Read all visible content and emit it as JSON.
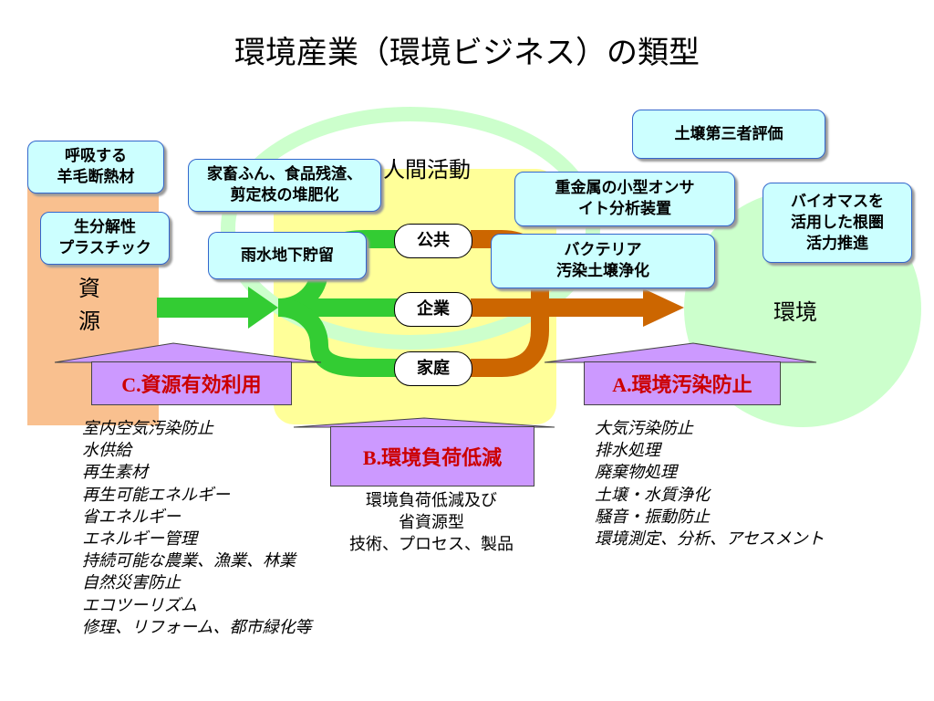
{
  "title": "環境産業（環境ビジネス）の類型",
  "sources_label": [
    "資",
    "源"
  ],
  "environment_label": "環境",
  "human_activity_label": "人間活動",
  "actors": {
    "public": "公共",
    "corporate": "企業",
    "household": "家庭"
  },
  "callouts": {
    "breathing_wool": [
      "呼吸する",
      "羊毛断熱材"
    ],
    "biodegradable": [
      "生分解性",
      "プラスチック"
    ],
    "compost": [
      "家畜ふん、食品残渣、",
      "剪定枝の堆肥化"
    ],
    "rainwater": "雨水地下貯留",
    "soil_eval": "土壌第三者評価",
    "heavy_metal": [
      "重金属の小型オンサ",
      "イト分析装置"
    ],
    "bacteria": [
      "バクテリア",
      "汚染土壌浄化"
    ],
    "biomass": [
      "バイオマスを",
      "活用した根圏",
      "活力推進"
    ]
  },
  "categories": {
    "c": "C.資源有効利用",
    "b": "B.環境負荷低減",
    "a": "A.環境汚染防止"
  },
  "lists": {
    "c": [
      "室内空気汚染防止",
      "水供給",
      "再生素材",
      "再生可能エネルギー",
      "省エネルギー",
      "エネルギー管理",
      "持続可能な農業、漁業、林業",
      "自然災害防止",
      "エコツーリズム",
      "修理、リフォーム、都市緑化等"
    ],
    "b": [
      "環境負荷低減及び",
      "省資源型",
      "技術、プロセス、製品"
    ],
    "a": [
      "大気汚染防止",
      "排水処理",
      "廃棄物処理",
      "土壌・水質浄化",
      "騒音・振動防止",
      "環境測定、分析、アセスメント"
    ]
  },
  "colors": {
    "resource_bar": "#f9c08f",
    "activity_area": "#ffff99",
    "environment_area": "#ccffcc",
    "ring": "#ccffcc",
    "green_flow": "#33cc33",
    "orange_flow": "#cc6600",
    "callout_fill": "#ccffff",
    "category_fill": "#cc99ff",
    "category_text": "#cc0000"
  }
}
